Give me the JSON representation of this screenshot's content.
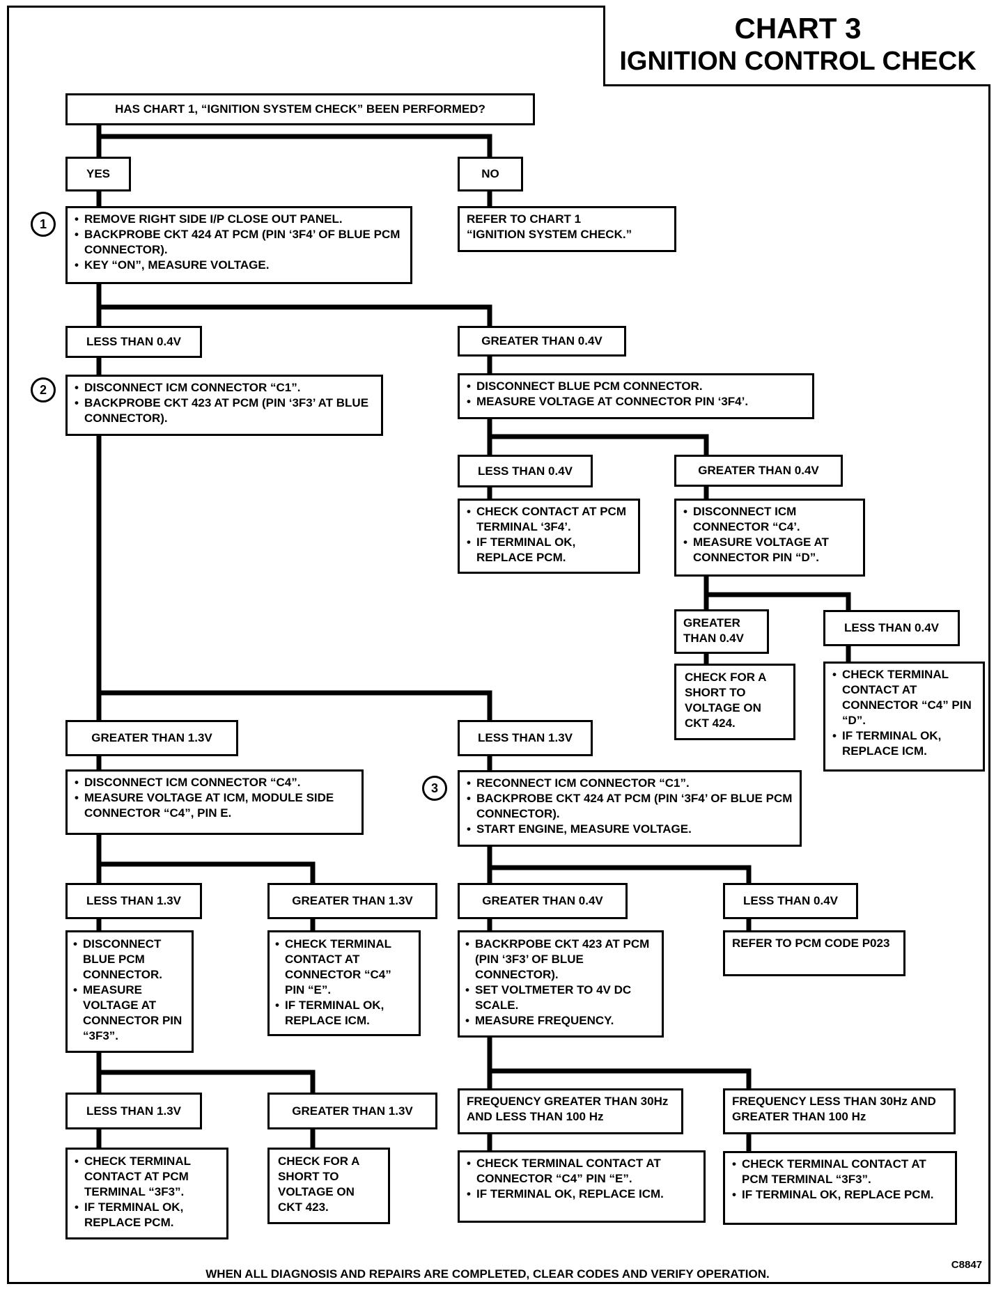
{
  "title": {
    "line1": "CHART 3",
    "line2": "IGNITION CONTROL CHECK"
  },
  "footer": "WHEN ALL DIAGNOSIS AND REPAIRS ARE COMPLETED, CLEAR CODES AND VERIFY OPERATION.",
  "figure_ref": "C8847",
  "steps": {
    "s1": "1",
    "s2": "2",
    "s3": "3"
  },
  "boxes": {
    "q_chart1": "HAS CHART 1, “IGNITION SYSTEM CHECK” BEEN PERFORMED?",
    "yes": "YES",
    "no": "NO",
    "refer_chart1": [
      "REFER TO CHART 1",
      "“IGNITION SYSTEM CHECK.”"
    ],
    "step1": [
      "REMOVE RIGHT SIDE I/P CLOSE OUT PANEL.",
      "BACKPROBE CKT 424 AT PCM (PIN ‘3F4’ OF BLUE PCM CONNECTOR).",
      "KEY “ON”, MEASURE VOLTAGE."
    ],
    "s1_lt04": "LESS THAN 0.4V",
    "s1_gt04": "GREATER THAN 0.4V",
    "step2": [
      "DISCONNECT ICM CONNECTOR “C1”.",
      "BACKPROBE CKT 423 AT PCM (PIN ‘3F3’ AT BLUE CONNECTOR)."
    ],
    "disc_blue": [
      "DISCONNECT BLUE PCM CONNECTOR.",
      "MEASURE VOLTAGE AT CONNECTOR PIN ‘3F4’."
    ],
    "db_lt04": "LESS THAN 0.4V",
    "db_gt04": "GREATER THAN 0.4V",
    "check_contact_pcm": [
      "CHECK CONTACT AT PCM TERMINAL ‘3F4’.",
      "IF TERMINAL OK, REPLACE PCM."
    ],
    "disc_icm_c4": [
      "DISCONNECT ICM CONNECTOR “C4’.",
      "MEASURE VOLTAGE AT CONNECTOR PIN “D”."
    ],
    "c4_gt04": "GREATER THAN 0.4V",
    "c4_lt04": "LESS THAN 0.4V",
    "short_424": "CHECK FOR A SHORT TO VOLTAGE ON CKT 424.",
    "check_c4_d": [
      "CHECK TERMINAL CONTACT AT CONNECTOR “C4” PIN “D”.",
      "IF TERMINAL OK, REPLACE ICM."
    ],
    "s2_gt13": "GREATER THAN 1.3V",
    "s2_lt13": "LESS THAN 1.3V",
    "disc_icm_c4_e": [
      "DISCONNECT ICM CONNECTOR “C4”.",
      "MEASURE VOLTAGE AT ICM, MODULE SIDE CONNECTOR “C4”, PIN E."
    ],
    "step3": [
      "RECONNECT ICM CONNECTOR “C1”.",
      "BACKPROBE CKT 424 AT PCM (PIN ‘3F4’ OF BLUE PCM CONNECTOR).",
      "START ENGINE, MEASURE VOLTAGE."
    ],
    "e_lt13": "LESS THAN 1.3V",
    "e_gt13": "GREATER THAN 1.3V",
    "disc_blue_3f3": [
      "DISCONNECT BLUE PCM CONNECTOR.",
      "MEASURE VOLTAGE AT CONNECTOR PIN “3F3”."
    ],
    "check_c4_e": [
      "CHECK TERMINAL CONTACT AT CONNECTOR “C4” PIN “E”.",
      "IF TERMINAL OK, REPLACE ICM."
    ],
    "s3_gt04": "GREATER THAN 0.4V",
    "s3_lt04": "LESS THAN 0.4V",
    "backprobe_423": [
      "BACKRPOBE CKT 423 AT PCM (PIN ‘3F3’ OF BLUE CONNECTOR).",
      "SET VOLTMETER TO 4V DC SCALE.",
      "MEASURE FREQUENCY."
    ],
    "refer_p023": "REFER TO PCM CODE P023",
    "f_lt13": "LESS THAN 1.3V",
    "f_gt13": "GREATER THAN 1.3V",
    "check_pcm_3f3": [
      "CHECK TERMINAL CONTACT AT PCM TERMINAL “3F3”.",
      "IF TERMINAL OK, REPLACE PCM."
    ],
    "short_423": "CHECK FOR A SHORT TO VOLTAGE ON CKT 423.",
    "freq_in_range": "FREQUENCY GREATER THAN 30Hz AND LESS THAN 100 Hz",
    "freq_out_range": "FREQUENCY LESS THAN 30Hz AND GREATER THAN 100 Hz",
    "check_c4_e_icm": [
      "CHECK TERMINAL CONTACT AT CONNECTOR “C4” PIN “E”.",
      "IF TERMINAL OK, REPLACE ICM."
    ],
    "check_pcm_3f3_b": [
      "CHECK TERMINAL CONTACT AT PCM TERMINAL “3F3”.",
      "IF TERMINAL OK, REPLACE PCM."
    ]
  }
}
